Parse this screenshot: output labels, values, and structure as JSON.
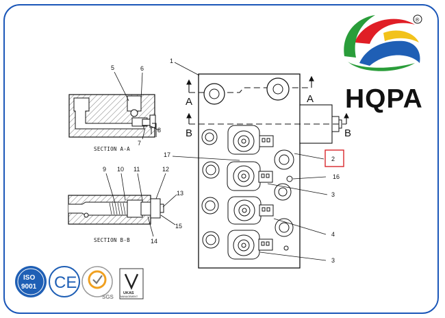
{
  "brand": {
    "name": "HQPA",
    "registered": "®"
  },
  "sections": {
    "aa": "SECTION A-A",
    "bb": "SECTION B-B"
  },
  "callouts": {
    "c1": "1",
    "c2": "2",
    "c3a": "3",
    "c3b": "3",
    "c4": "4",
    "c5": "5",
    "c6": "6",
    "c7": "7",
    "c8": "8",
    "c9": "9",
    "c10": "10",
    "c11": "11",
    "c12": "12",
    "c13": "13",
    "c14": "14",
    "c15": "15",
    "c16": "16",
    "c17": "17"
  },
  "section_marks": {
    "a_left": "A",
    "a_right": "A",
    "b_left": "B",
    "b_right": "B"
  },
  "certifications": {
    "iso": "ISO",
    "iso_num": "9001",
    "ce": "CE",
    "sgs": "SGS",
    "ukas_top": "UKAS",
    "ukas_bottom": "MANAGEMENT"
  },
  "colors": {
    "frame": "#1a56b8",
    "highlight_box": "#d9262b",
    "logo_green": "#2a9d3a",
    "logo_red": "#e01e26",
    "logo_blue": "#1f5fb5",
    "logo_yellow": "#f2c21b"
  }
}
